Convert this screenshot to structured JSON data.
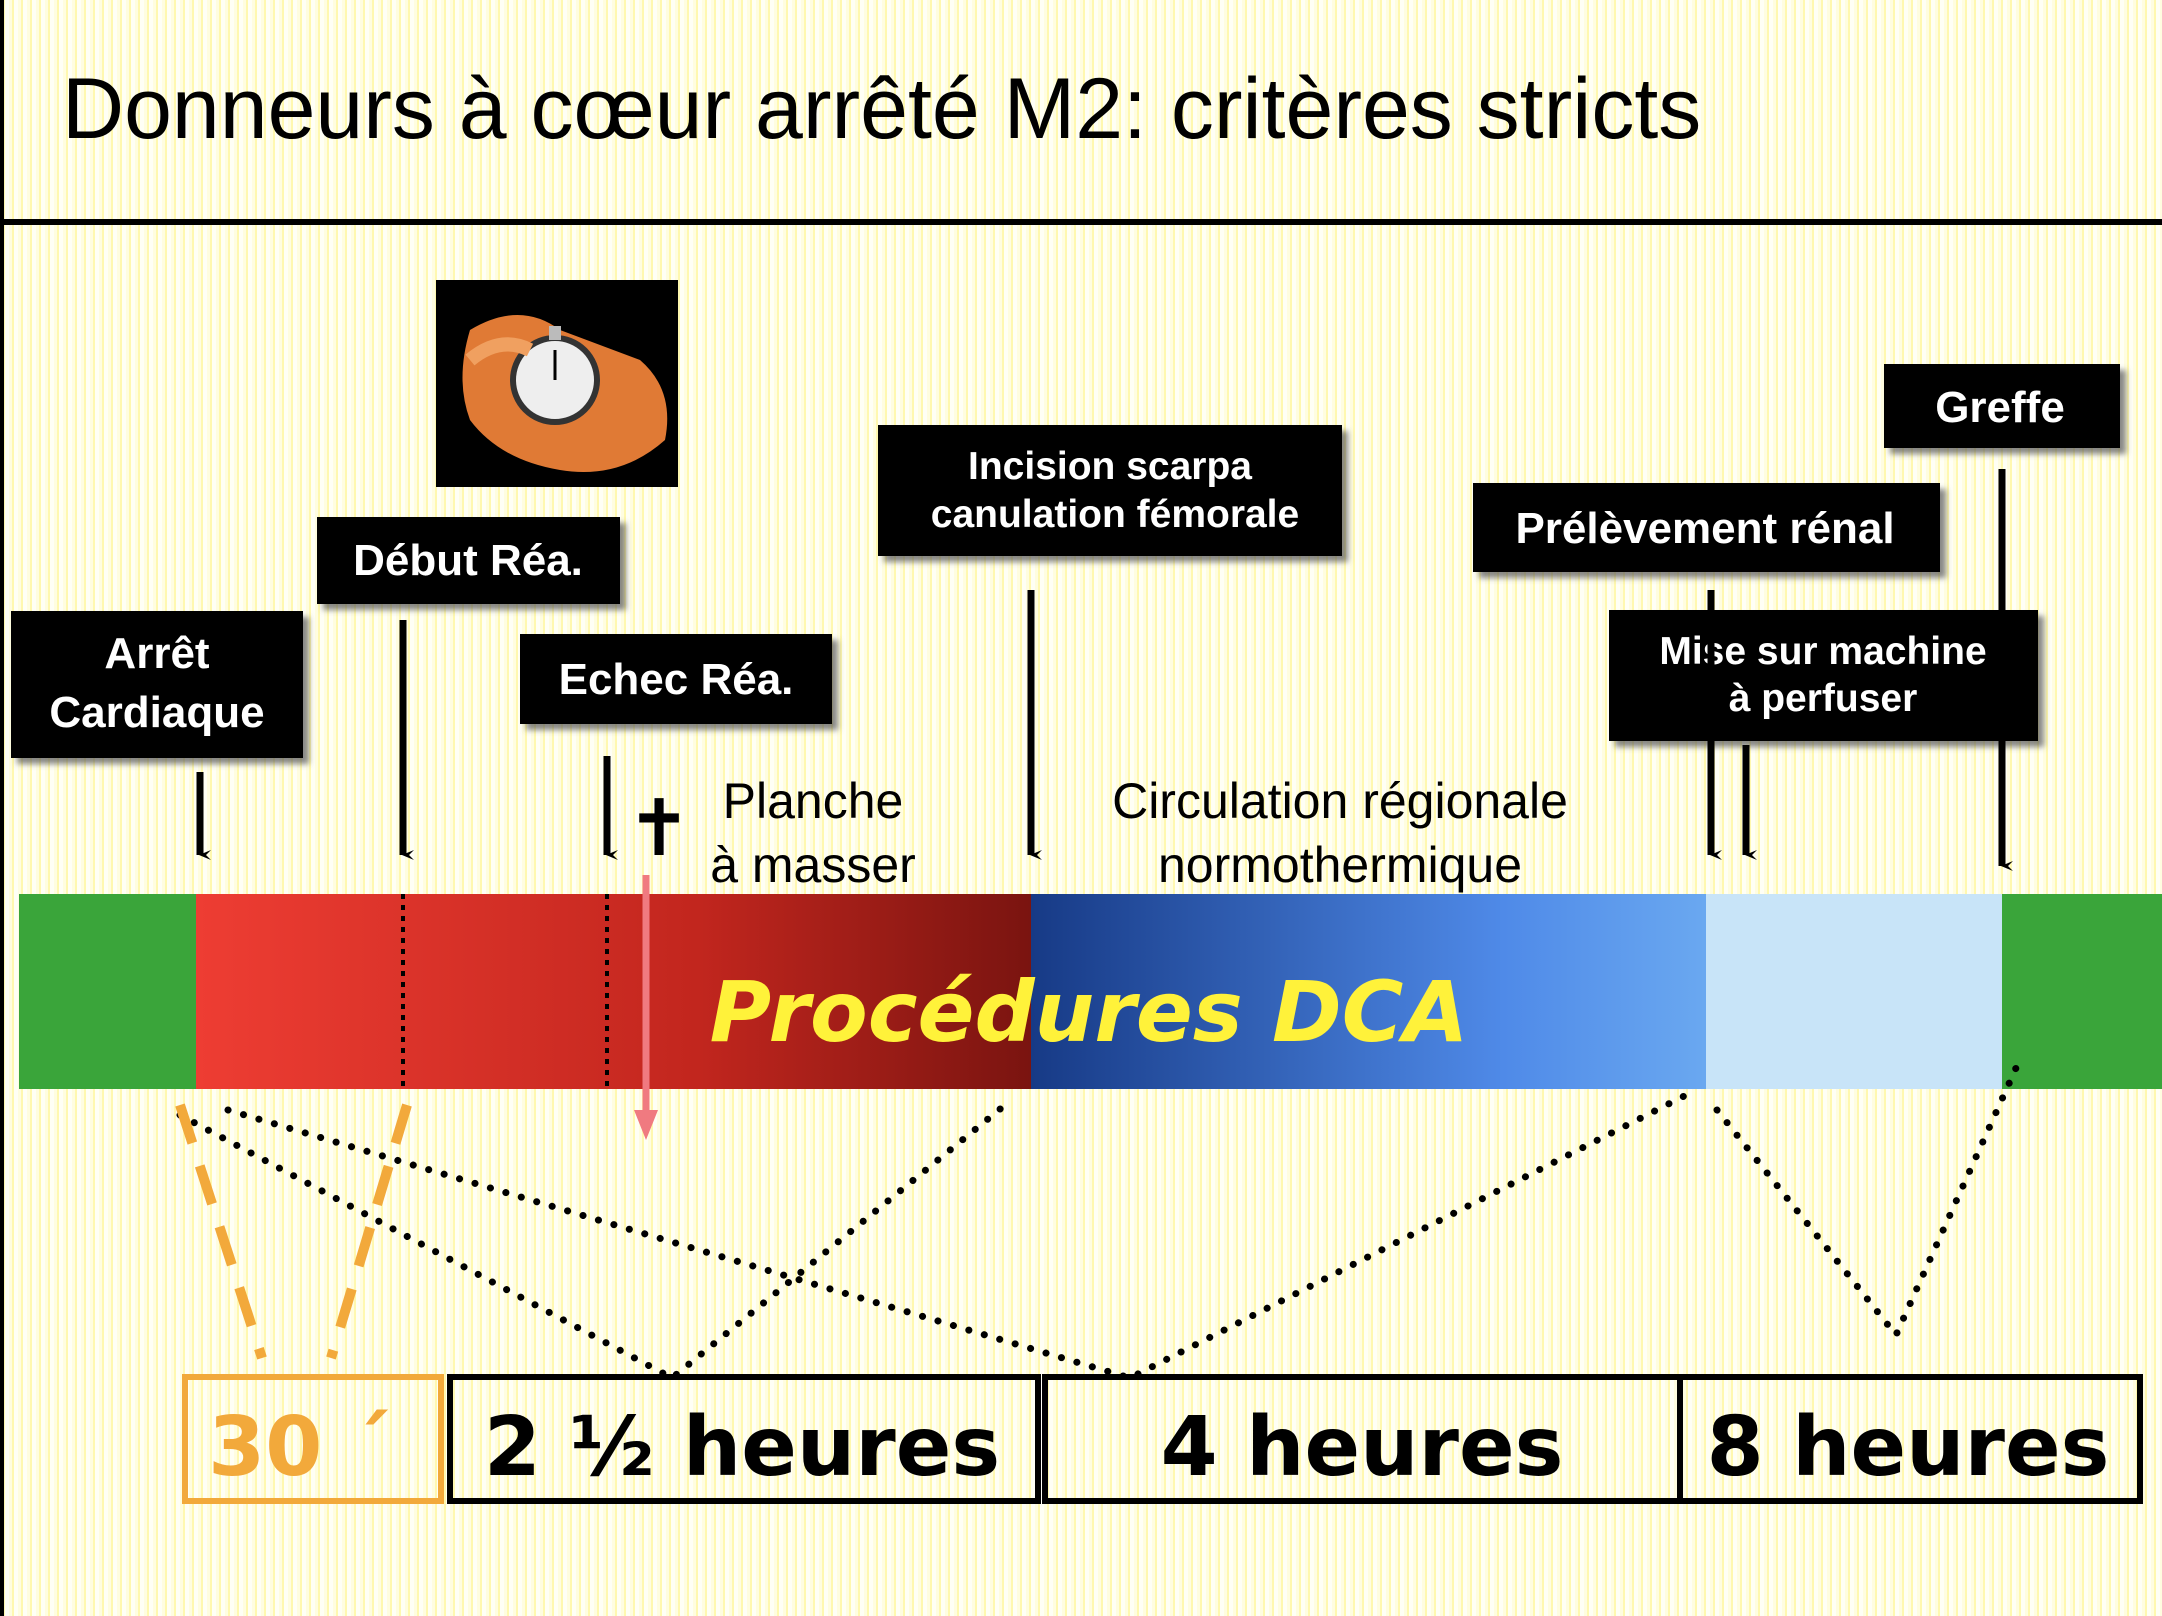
{
  "title": "Donneurs à cœur arrêté M2: critères stricts",
  "events": {
    "arret": [
      "Arrêt",
      "Cardiaque"
    ],
    "debut": "Début Réa.",
    "echec": "Echec Réa.",
    "incision": [
      "Incision scarpa",
      "canulation fémorale"
    ],
    "prelevement": "Prélèvement rénal",
    "greffe": "Greffe",
    "machine": [
      "Mise sur machine",
      "à perfuser"
    ]
  },
  "annotations": {
    "planche": [
      "Planche",
      "à masser"
    ],
    "circulation": [
      "Circulation régionale",
      "normothermique"
    ],
    "cross_symbol": "✝"
  },
  "bar_label": "Procédures DCA",
  "durations": [
    "30 ´",
    "2 ½ heures",
    "4 heures",
    "8 heures"
  ],
  "colors": {
    "green": "#3aa53a",
    "red": "#e03a2f",
    "dark_red": "#8a1a12",
    "blue_dark": "#1a3b8c",
    "blue": "#5ea0f5",
    "light_blue": "#c8e4f8",
    "yellow": "#fff23a",
    "orange": "#f2a93b"
  }
}
